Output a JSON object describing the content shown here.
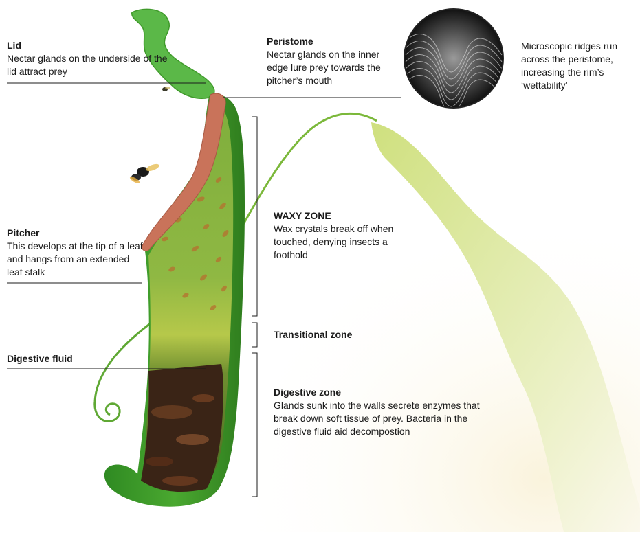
{
  "labels": {
    "lid": {
      "title": "Lid",
      "body": "Nectar glands on the underside of the lid attract prey"
    },
    "peristome": {
      "title": "Peristome",
      "body": "Nectar glands on the inner edge lure prey towards the pitcher’s mouth"
    },
    "microscope": {
      "body": "Microscopic ridges run across the peristome, increasing the rim’s ‘wettability’"
    },
    "pitcher": {
      "title": "Pitcher",
      "body": "This develops at the tip of a leaf and hangs from an extended leaf stalk"
    },
    "waxy_zone": {
      "title": "WAXY ZONE",
      "body": "Wax crystals break off when touched, denying insects a foothold"
    },
    "transitional_zone": {
      "title": "Transitional zone"
    },
    "digestive_fluid": {
      "title": "Digestive fluid"
    },
    "digestive_zone": {
      "title": "Digestive zone",
      "body": "Glands sunk into the walls secrete enzymes that break down soft tissue of prey. Bacteria in the digestive fluid aid decompostion"
    }
  },
  "colors": {
    "pitcher_green": "#3f9a2a",
    "pitcher_light": "#a9c94a",
    "peristome": "#c9735a",
    "leaf": "#dfe9a8",
    "fluid": "#3a2416",
    "lid": "#5bb848"
  }
}
